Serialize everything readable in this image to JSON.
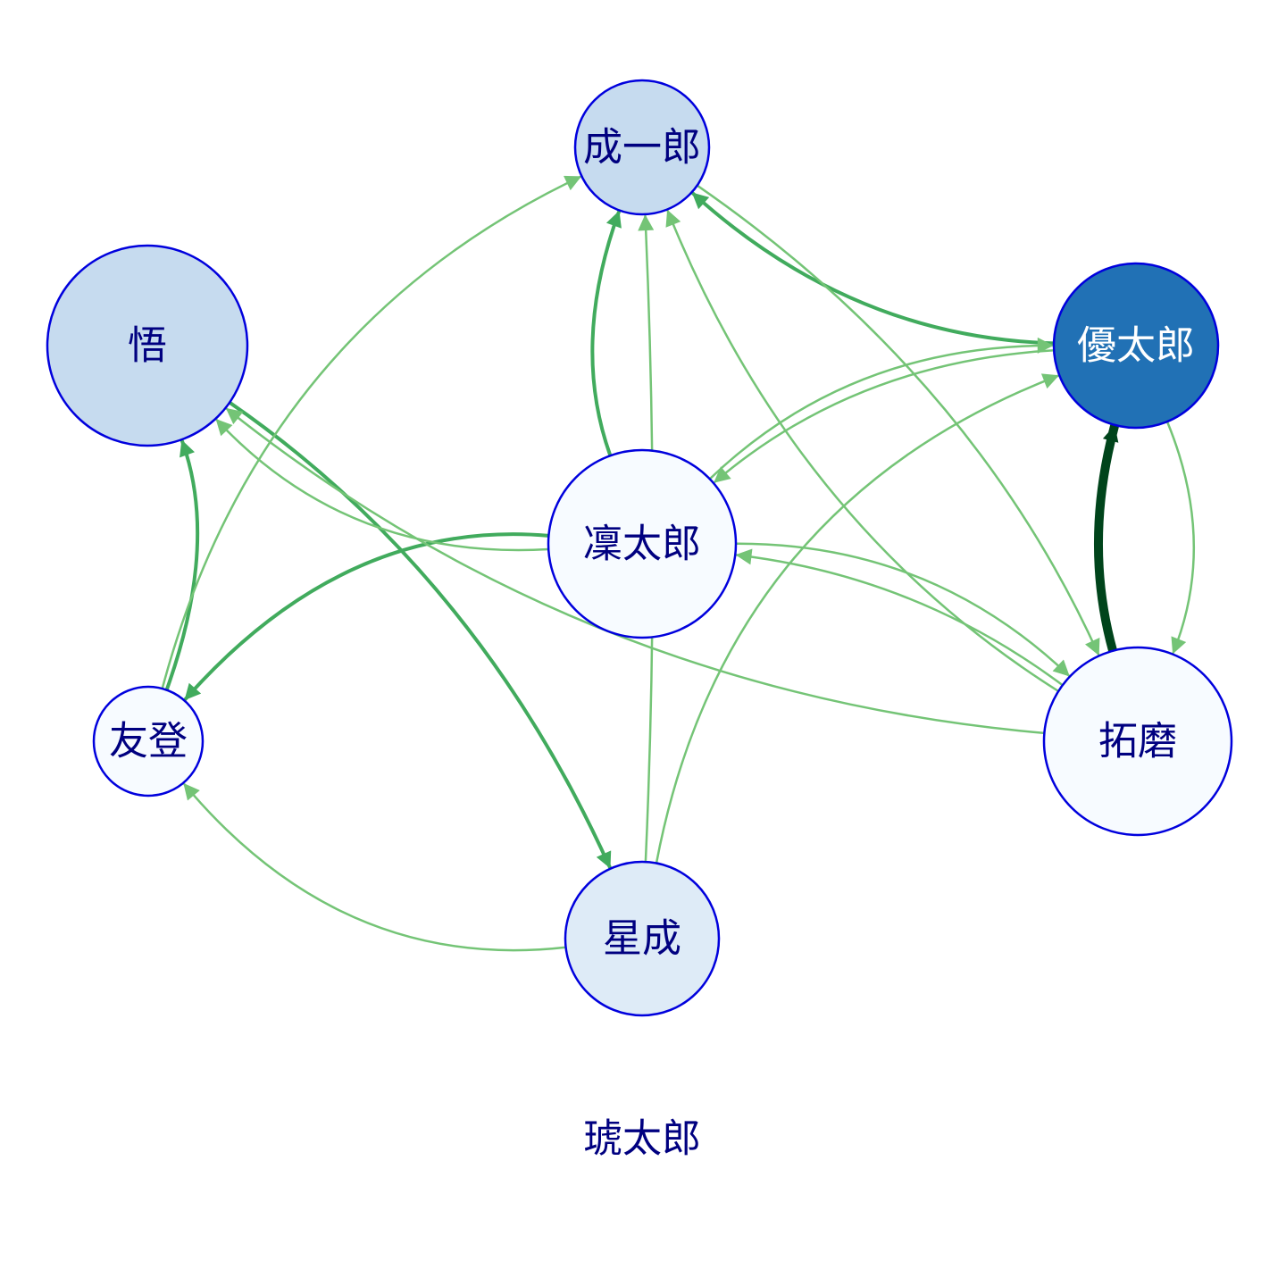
{
  "graph": {
    "type": "directed-network",
    "node_stroke": "#0000dd",
    "nodes": [
      {
        "id": "seiichiro",
        "label": "成一郎",
        "fill": "#c6dbef",
        "text": "#000080"
      },
      {
        "id": "satoru",
        "label": "悟",
        "fill": "#c6dbef",
        "text": "#000080"
      },
      {
        "id": "yutaro",
        "label": "優太郎",
        "fill": "#2171b5",
        "text": "#ffffff"
      },
      {
        "id": "rintaro",
        "label": "凜太郎",
        "fill": "#f7fbff",
        "text": "#000080"
      },
      {
        "id": "tomo",
        "label": "友登",
        "fill": "#f7fbff",
        "text": "#000080"
      },
      {
        "id": "takuma",
        "label": "拓磨",
        "fill": "#f7fbff",
        "text": "#000080"
      },
      {
        "id": "seisei",
        "label": "星成",
        "fill": "#deebf7",
        "text": "#000080"
      }
    ],
    "isolated_nodes": [
      {
        "id": "kotaro",
        "label": "琥太郎",
        "text": "#000080"
      }
    ],
    "edges": [
      {
        "from": "yutaro",
        "to": "takuma",
        "weight": 1
      },
      {
        "from": "takuma",
        "to": "yutaro",
        "weight": 5
      },
      {
        "from": "yutaro",
        "to": "seiichiro",
        "weight": 2
      },
      {
        "from": "satoru",
        "to": "seisei",
        "weight": 2
      },
      {
        "from": "rintaro",
        "to": "tomo",
        "weight": 2
      },
      {
        "from": "tomo",
        "to": "satoru",
        "weight": 2
      },
      {
        "from": "rintaro",
        "to": "seiichiro",
        "weight": 2
      },
      {
        "from": "tomo",
        "to": "seiichiro",
        "weight": 1
      },
      {
        "from": "seisei",
        "to": "seiichiro",
        "weight": 1
      },
      {
        "from": "seiichiro",
        "to": "takuma",
        "weight": 1
      },
      {
        "from": "takuma",
        "to": "seiichiro",
        "weight": 1
      },
      {
        "from": "rintaro",
        "to": "satoru",
        "weight": 1
      },
      {
        "from": "takuma",
        "to": "satoru",
        "weight": 1
      },
      {
        "from": "rintaro",
        "to": "yutaro",
        "weight": 1
      },
      {
        "from": "yutaro",
        "to": "rintaro",
        "weight": 1
      },
      {
        "from": "seisei",
        "to": "yutaro",
        "weight": 1
      },
      {
        "from": "rintaro",
        "to": "takuma",
        "weight": 1
      },
      {
        "from": "takuma",
        "to": "rintaro",
        "weight": 1
      },
      {
        "from": "seisei",
        "to": "tomo",
        "weight": 1
      }
    ],
    "edge_colors": {
      "1": "#74c476",
      "2": "#41ab5d",
      "5": "#00441b"
    }
  }
}
